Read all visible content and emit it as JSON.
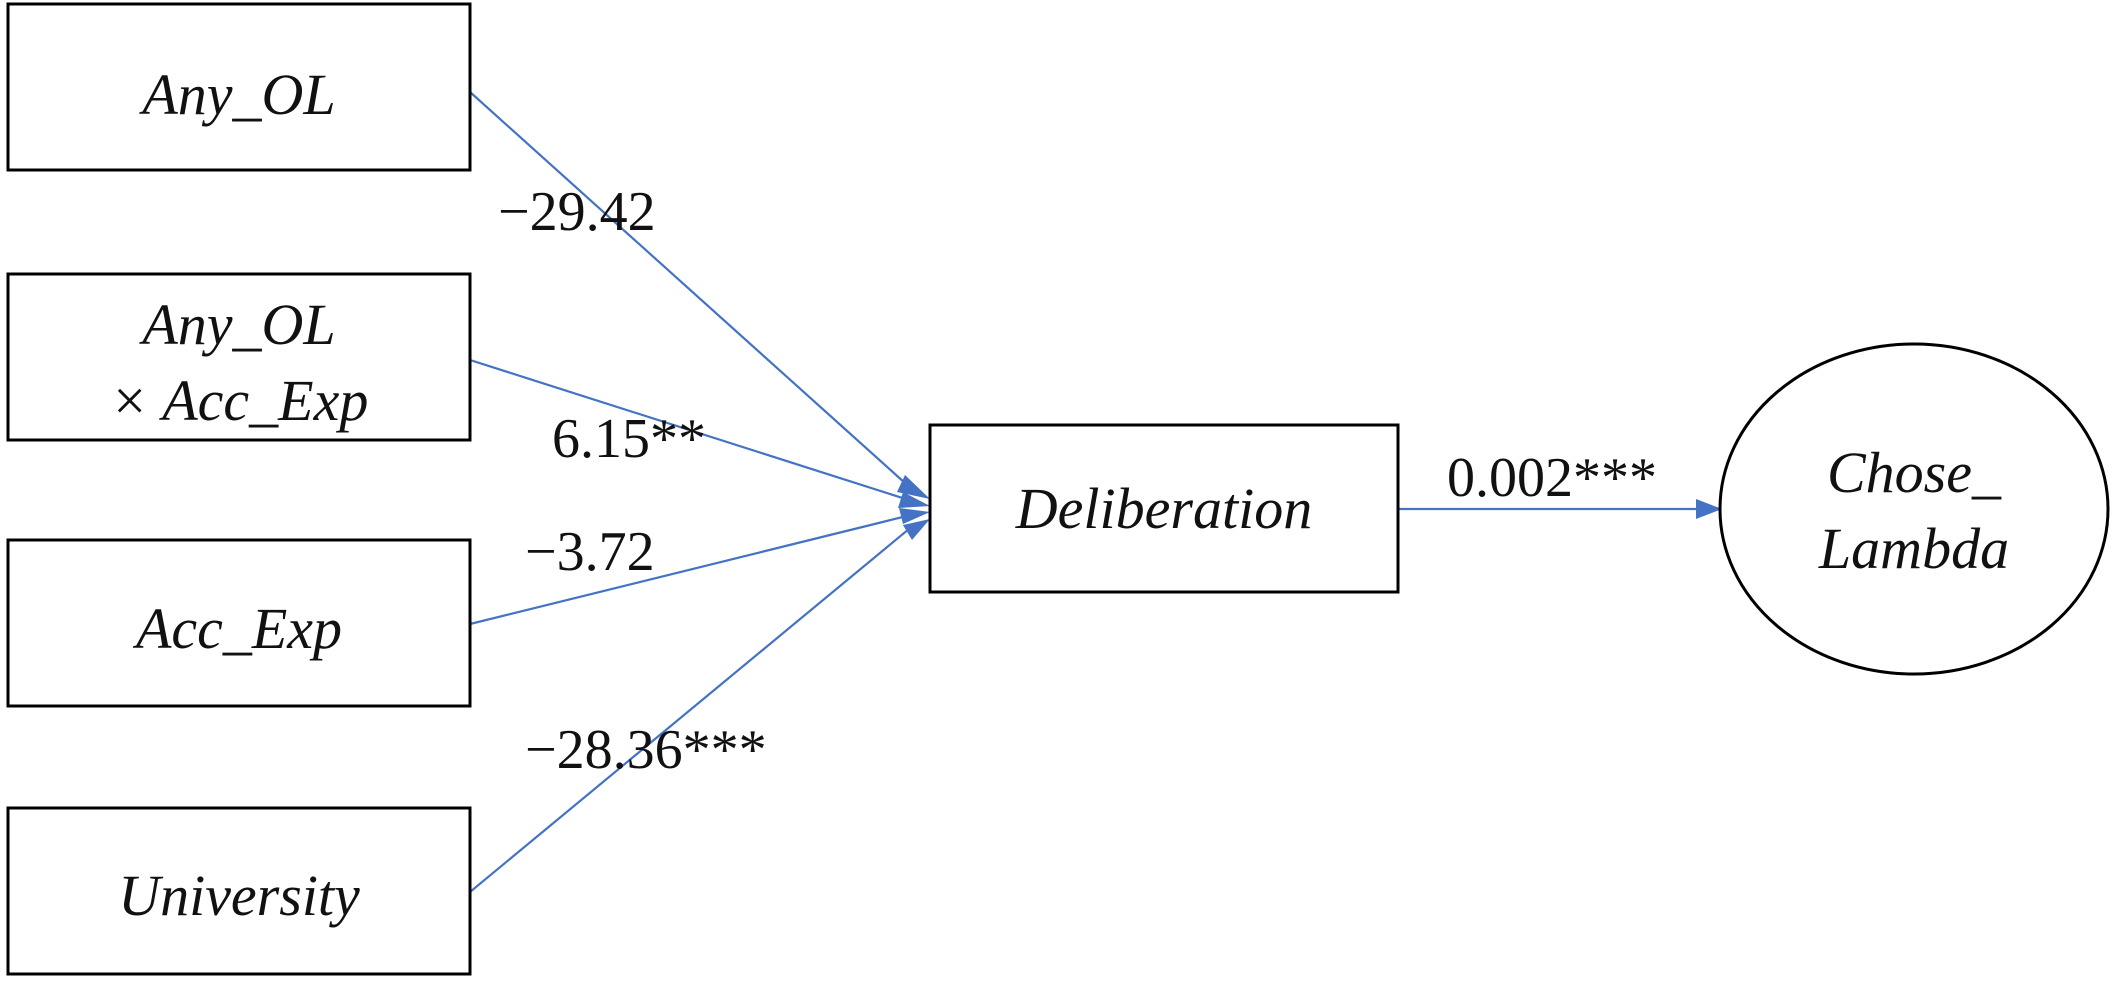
{
  "nodes": {
    "any_ol": {
      "lines": [
        "Any_OL"
      ]
    },
    "interaction": {
      "lines": [
        "Any_OL",
        "× Acc_Exp"
      ]
    },
    "acc_exp": {
      "lines": [
        "Acc_Exp"
      ]
    },
    "university": {
      "lines": [
        "University"
      ]
    },
    "deliberation": {
      "lines": [
        "Deliberation"
      ]
    },
    "chose_lambda": {
      "lines": [
        "Chose_",
        "Lambda"
      ]
    }
  },
  "edges": {
    "any_ol_to_deliberation": {
      "label": "−29.42"
    },
    "interaction_to_deliberation": {
      "label": "6.15**"
    },
    "acc_exp_to_deliberation": {
      "label": "−3.72"
    },
    "university_to_deliberation": {
      "label": "−28.36***"
    },
    "deliberation_to_chose_lambda": {
      "label": "0.002***"
    }
  },
  "colors": {
    "edge": "#4472C4",
    "box_stroke": "#000000"
  }
}
